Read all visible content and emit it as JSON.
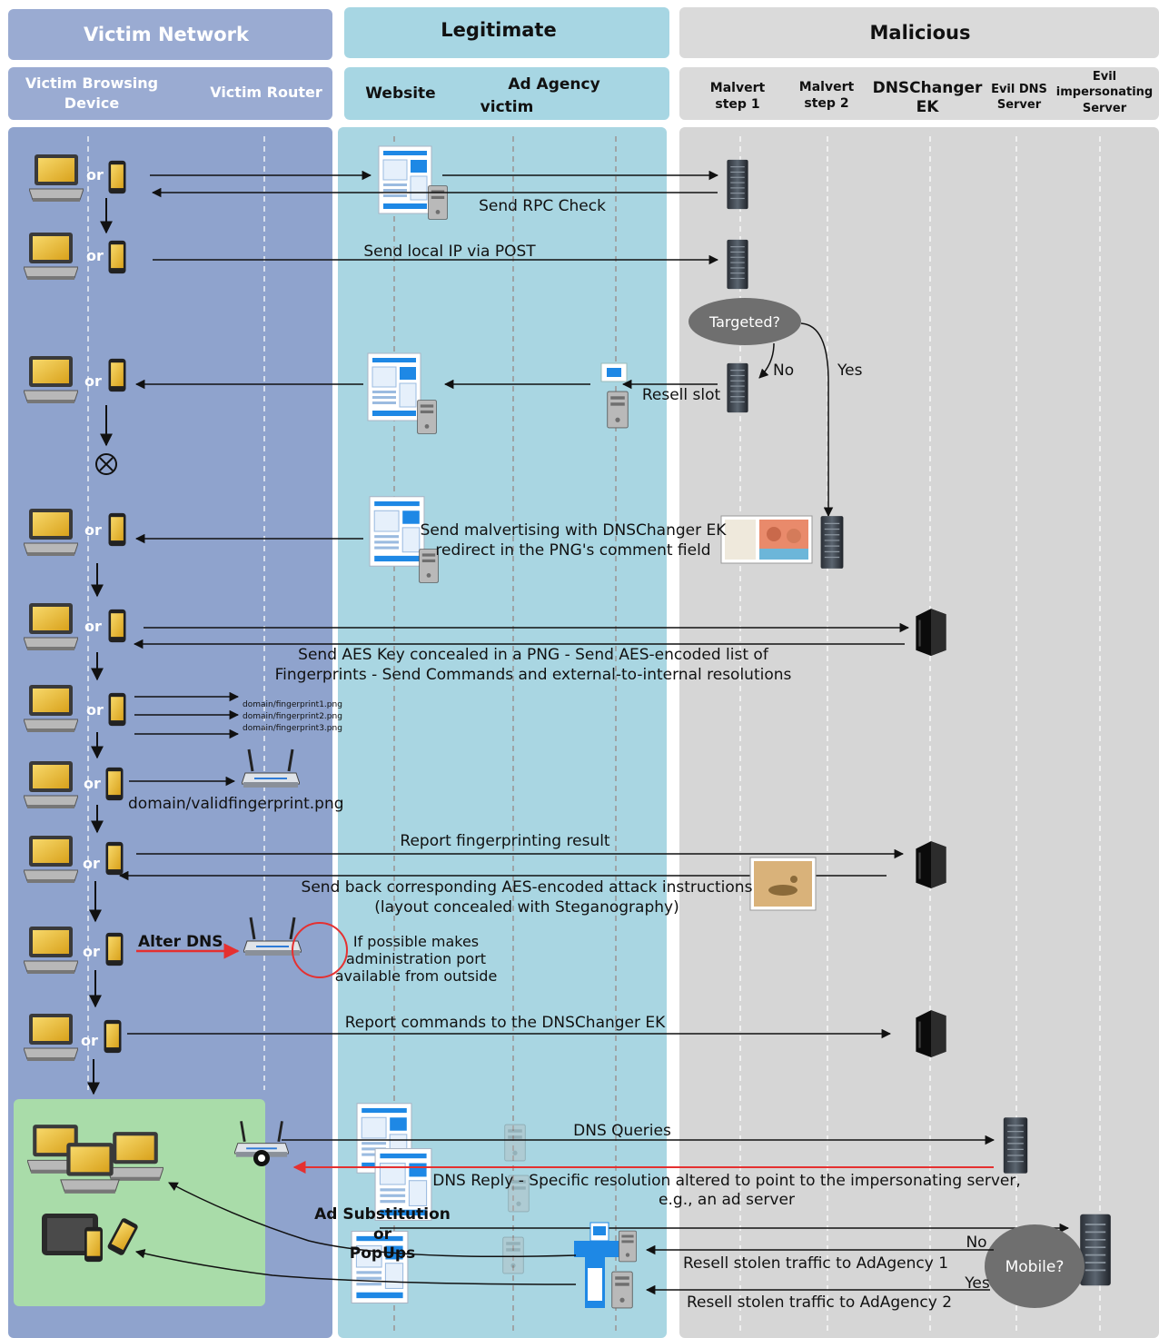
{
  "headers": {
    "victim_network": "Victim Network",
    "legitimate": "Legitimate",
    "malicious": "Malicious"
  },
  "lanes": {
    "victim_device_l1": "Victim Browsing",
    "victim_device_l2": "Device",
    "victim_router": "Victim Router",
    "website": "Website",
    "ad_agency_l1": "Ad Agency",
    "ad_agency_l2": "victim",
    "malvert1_l1": "Malvert",
    "malvert1_l2": "step 1",
    "malvert2_l1": "Malvert",
    "malvert2_l2": "step 2",
    "dnschanger_l1": "DNSChanger",
    "dnschanger_l2": "EK",
    "evil_dns_l1": "Evil DNS",
    "evil_dns_l2": "Server",
    "evil_imp_l1": "Evil",
    "evil_imp_l2": "impersonating",
    "evil_imp_l3": "Server"
  },
  "labels": {
    "or": "or",
    "send_rpc_check": "Send RPC Check",
    "send_local_ip": "Send local IP via POST",
    "targeted": "Targeted?",
    "no": "No",
    "yes": "Yes",
    "resell_slot": "Resell slot",
    "malvertising_l1": "Send malvertising with DNSChanger EK",
    "malvertising_l2": "redirect in the PNG's comment field",
    "aes_key_l1": "Send AES Key concealed in a PNG - Send AES-encoded list of",
    "aes_key_l2": "Fingerprints - Send Commands and external-to-internal resolutions",
    "fp1": "domain/fingerprint1.png",
    "fp2": "domain/fingerprint2.png",
    "fp3": "domain/fingerprint3.png",
    "valid_fp": "domain/validfingerprint.png",
    "report_fp": "Report fingerprinting result",
    "send_back_l1": "Send back corresponding AES-encoded attack instructions",
    "send_back_l2": "(layout concealed with Steganography)",
    "alter_dns": "Alter DNS",
    "admin_l1": "If possible makes",
    "admin_l2": "administration port",
    "admin_l3": "available from outside",
    "report_cmds": "Report commands to the DNSChanger EK",
    "dns_queries": "DNS Queries",
    "dns_reply_l1": "DNS Reply - Specific resolution altered to point to the impersonating server,",
    "dns_reply_l2": "e.g., an ad server",
    "ad_sub_l1": "Ad Substitution",
    "ad_sub_l2": "or",
    "ad_sub_l3": "PopUps",
    "mobile": "Mobile?",
    "resell1": "Resell stolen traffic to AdAgency 1",
    "resell2": "Resell stolen traffic to AdAgency 2"
  },
  "colors": {
    "victim_bg": "#8fa3cd",
    "victim_header": "#9aabd2",
    "legit_bg": "#a9d6e2",
    "legit_header": "#a7d6e3",
    "malicious_bg": "#d6d6d6",
    "malicious_header": "#dadada",
    "green_box": "#a9dca9",
    "alert_red": "#e53030"
  }
}
